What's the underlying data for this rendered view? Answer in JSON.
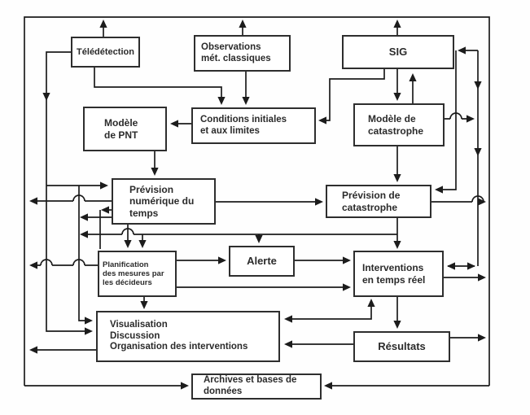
{
  "diagram": {
    "title": "Flowchart: weather and disaster forecasting system (French)",
    "boxes": {
      "teledetection": {
        "label": "Télédétection"
      },
      "observations": {
        "label": "Observations\nmét. classiques"
      },
      "sig": {
        "label": "SIG"
      },
      "modele_pnt": {
        "label": "Modèle\nde PNT"
      },
      "conditions": {
        "label": "Conditions initiales\net aux limites"
      },
      "modele_cat": {
        "label": "Modèle de\ncatastrophe"
      },
      "prevision_num": {
        "label": "Prévision\nnumérique du\ntemps"
      },
      "prevision_cat": {
        "label": "Prévision de\ncatastrophe"
      },
      "planification": {
        "label": "Planification\ndes mesures par\nles décideurs"
      },
      "alerte": {
        "label": "Alerte"
      },
      "interventions": {
        "label": "Interventions\nen temps réel"
      },
      "visualisation": {
        "label": "Visualisation\nDiscussion\nOrganisation des interventions"
      },
      "resultats": {
        "label": "Résultats"
      },
      "archives": {
        "label": "Archives et bases de\ndonnées"
      }
    },
    "colors": {
      "line": "#1c1c1c",
      "box_border": "#2e2e2e",
      "text": "#2b2b2b",
      "background": "#fefefe"
    }
  }
}
